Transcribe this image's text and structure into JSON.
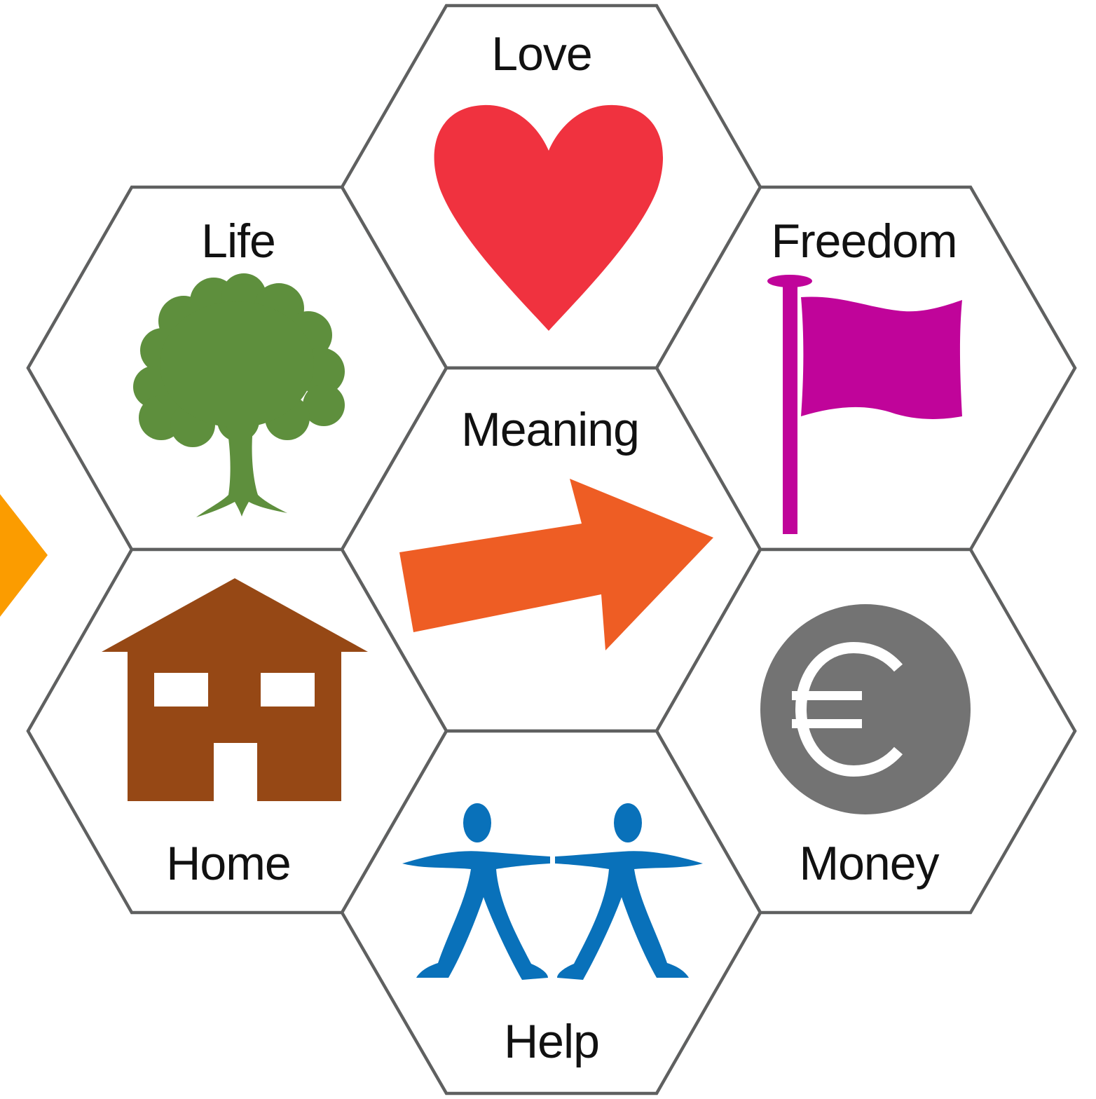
{
  "cells": {
    "love": {
      "label": "Love",
      "icon": "heart-icon",
      "color": "#f0323f"
    },
    "life": {
      "label": "Life",
      "icon": "tree-icon",
      "color": "#5e8f3d"
    },
    "freedom": {
      "label": "Freedom",
      "icon": "flag-icon",
      "color": "#c0049a"
    },
    "meaning": {
      "label": "Meaning",
      "icon": "arrow-right-icon",
      "color": "#ee5d24"
    },
    "home": {
      "label": "Home",
      "icon": "house-icon",
      "color": "#964815"
    },
    "money": {
      "label": "Money",
      "icon": "euro-coin-icon",
      "color": "#737373"
    },
    "help": {
      "label": "Help",
      "icon": "people-holding-hands-icon",
      "color": "#0971ba"
    }
  },
  "accent": {
    "left_arrow_color": "#fb9c00",
    "hex_stroke": "#5f6060"
  }
}
